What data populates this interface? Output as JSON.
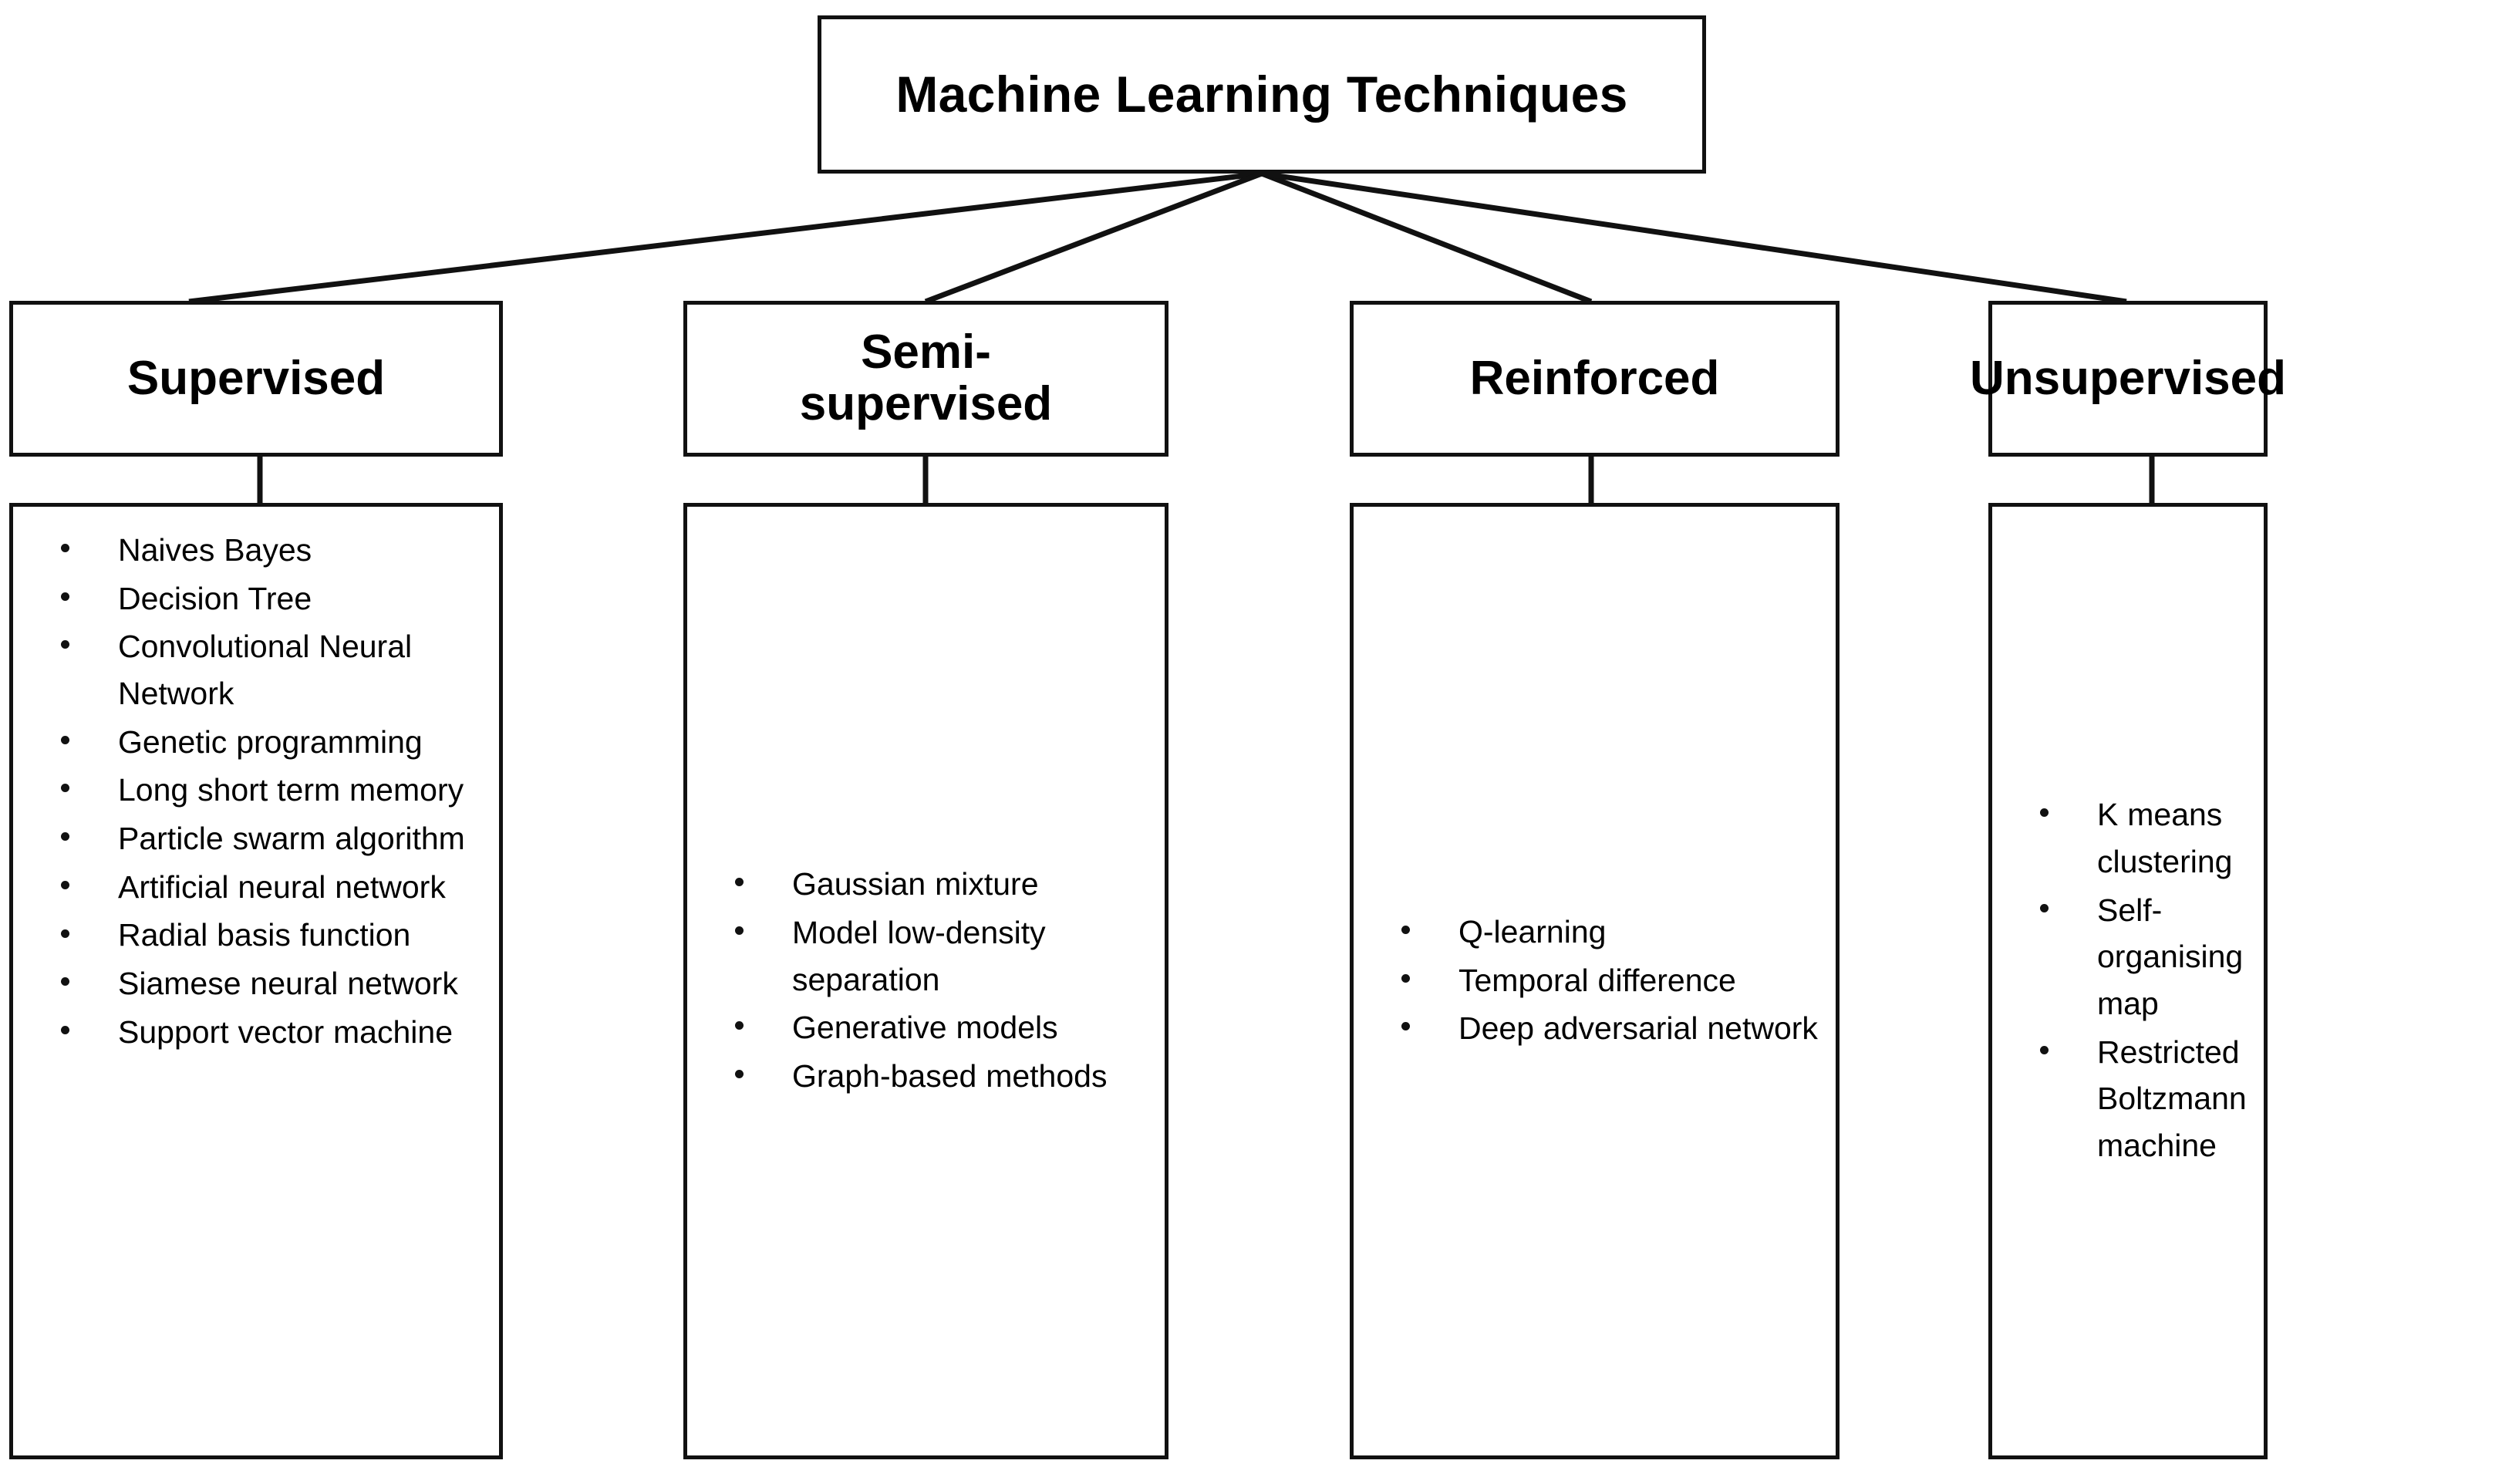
{
  "diagram": {
    "title": "Machine Learning Techniques",
    "root": {
      "label": "Machine Learning Techniques"
    },
    "branches": [
      {
        "id": "supervised",
        "header": "Supervised",
        "items": [
          "Naives Bayes",
          "Decision Tree",
          "Convolutional Neural Network",
          "Genetic programming",
          "Long short term memory",
          "Particle swarm algorithm",
          "Artificial neural network",
          "Radial basis function",
          "Siamese neural network",
          "Support vector machine"
        ]
      },
      {
        "id": "semi-supervised",
        "header": "Semi-supervised",
        "header_line1": "Semi-",
        "header_line2": "supervised",
        "items": [
          "Gaussian mixture",
          "Model low-density separation",
          "Generative models",
          "Graph-based methods"
        ]
      },
      {
        "id": "reinforced",
        "header": "Reinforced",
        "items": [
          "Q-learning",
          "Temporal difference",
          "Deep adversarial network"
        ]
      },
      {
        "id": "unsupervised",
        "header": "Unsupervised",
        "items": [
          "K means clustering",
          "Self-organising map",
          "Restricted Boltzmann machine"
        ]
      }
    ],
    "colors": {
      "stroke": "#111111",
      "background": "#ffffff",
      "text": "#000000"
    }
  }
}
